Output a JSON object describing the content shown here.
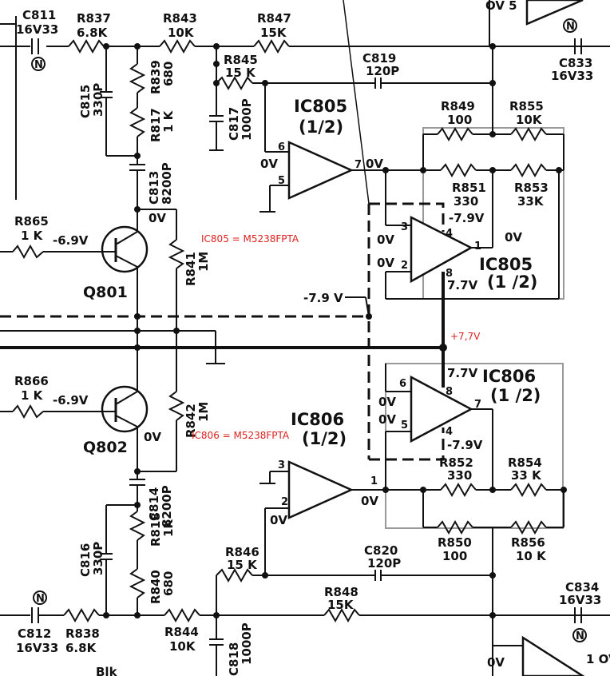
{
  "top_amp": {
    "c811": {
      "ref": "C811",
      "value": "16V33"
    },
    "r837": {
      "ref": "R837",
      "value": "6.8K"
    },
    "r843": {
      "ref": "R843",
      "value": "10K"
    },
    "r847": {
      "ref": "R847",
      "value": "15K"
    },
    "r845": {
      "ref": "R845",
      "value": "15 K"
    },
    "c819": {
      "ref": "C819",
      "value": "120P"
    },
    "c815": {
      "ref": "C815",
      "value": "330P"
    },
    "r839": {
      "ref": "R839",
      "value": "680"
    },
    "r817": {
      "ref": "R817",
      "value": "1 K"
    },
    "c817": {
      "ref": "C817",
      "value": "1000P"
    },
    "c813": {
      "ref": "C813",
      "value": "8200P"
    },
    "r849": {
      "ref": "R849",
      "value": "100"
    },
    "r855": {
      "ref": "R855",
      "value": "10K"
    },
    "r851": {
      "ref": "R851",
      "value": "330"
    },
    "r853": {
      "ref": "R853",
      "value": "33K"
    },
    "c833": {
      "ref": "C833",
      "value": "16V33"
    },
    "r865": {
      "ref": "R865",
      "value": "1 K"
    },
    "r841": {
      "ref": "R841",
      "value": "1M"
    },
    "ic_a": {
      "ref": "IC805",
      "part": "(1/2)",
      "pins": [
        "6",
        "5",
        "7"
      ]
    },
    "ic_b": {
      "ref": "IC805",
      "part": "(1 /2)",
      "pins": [
        "3",
        "2",
        "4",
        "8",
        "1"
      ]
    },
    "transistor": "Q801"
  },
  "bottom_amp": {
    "c812": {
      "ref": "C812",
      "value": "16V33"
    },
    "r838": {
      "ref": "R838",
      "value": "6.8K"
    },
    "r844": {
      "ref": "R844",
      "value": "10K"
    },
    "r848": {
      "ref": "R848",
      "value": "15K"
    },
    "r846": {
      "ref": "R846",
      "value": "15 K"
    },
    "c820": {
      "ref": "C820",
      "value": "120P"
    },
    "c816": {
      "ref": "C816",
      "value": "330P"
    },
    "r840": {
      "ref": "R840",
      "value": "680"
    },
    "r818": {
      "ref": "R818",
      "value": "1K"
    },
    "c818": {
      "ref": "C818",
      "value": "1000P"
    },
    "c814": {
      "ref": "C814",
      "value": "8200P"
    },
    "r850": {
      "ref": "R850",
      "value": "100"
    },
    "r856": {
      "ref": "R856",
      "value": "10 K"
    },
    "r852": {
      "ref": "R852",
      "value": "330"
    },
    "r854": {
      "ref": "R854",
      "value": "33 K"
    },
    "c834": {
      "ref": "C834",
      "value": "16V33"
    },
    "r866": {
      "ref": "R866",
      "value": "1 K"
    },
    "r842": {
      "ref": "R842",
      "value": "1M"
    },
    "ic_a": {
      "ref": "IC806",
      "part": "(1/2)",
      "pins": [
        "3",
        "2",
        "1"
      ]
    },
    "ic_b": {
      "ref": "IC806",
      "part": "(1 /2)",
      "pins": [
        "6",
        "5",
        "8",
        "4",
        "7"
      ]
    },
    "transistor": "Q802"
  },
  "voltages": {
    "zero": "0V",
    "zero_spaced": "0 V",
    "neg_69": "-6.9V",
    "neg_79": "-7.9V",
    "neg_79_spaced": "-7.9 V",
    "pos_77": "7.7V",
    "pos_77_top": "7.7V",
    "top_right_fragment": "OV 5",
    "bottom_right_fragment": "1 OV"
  },
  "node_marks": [
    "N",
    "N",
    "N",
    "N"
  ],
  "annotations": {
    "ic805_part": "IC805 = M5238FPTA",
    "ic806_part": "IC806 = M5238FPTA",
    "supply": "+7,7V",
    "color": "#e02020"
  },
  "fragments": {
    "bottom_left": "Blk"
  }
}
